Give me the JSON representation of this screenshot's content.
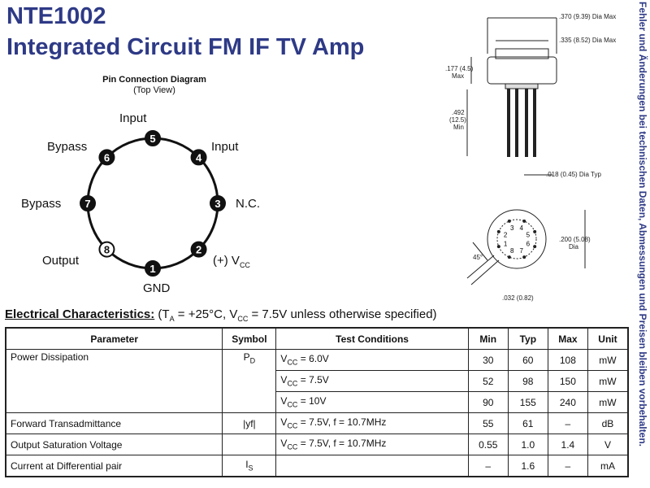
{
  "header": {
    "part_number": "NTE1002",
    "description": "Integrated Circuit FM IF TV Amp"
  },
  "side_note": "Fehler und Änderungen bei technischen Daten, Abmessungen und Preisen bleiben vorbehalten.",
  "pin_diagram": {
    "title": "Pin Connection Diagram",
    "subtitle": "(Top View)",
    "pins": [
      {
        "number": "1",
        "label": "GND"
      },
      {
        "number": "2",
        "label": "(+) VCC"
      },
      {
        "number": "3",
        "label": "N.C."
      },
      {
        "number": "4",
        "label": "Input"
      },
      {
        "number": "5",
        "label": "Input"
      },
      {
        "number": "6",
        "label": "Bypass"
      },
      {
        "number": "7",
        "label": "Bypass"
      },
      {
        "number": "8",
        "label": "Output"
      }
    ]
  },
  "mechanical": {
    "dia_max_370": ".370 (9.39) Dia Max",
    "dia_max_335": ".335 (8.52) Dia Max",
    "height_177": ".177 (4.5)",
    "height_max": "Max",
    "lead_492": ".492",
    "lead_125": "(12.5)",
    "lead_min": "Min",
    "lead_dia": ".018 (0.45) Dia Typ",
    "bc_200": ".200 (5.08)",
    "bc_dia": "Dia",
    "angle": "45°",
    "tab_032": ".032 (0.82)",
    "bottom_pins": [
      "1",
      "2",
      "3",
      "4",
      "5",
      "6",
      "7",
      "8"
    ]
  },
  "electrical": {
    "title": "Electrical Characteristics:",
    "conditions": "(TA = +25°C, VCC = 7.5V unless otherwise specified)",
    "columns": [
      "Parameter",
      "Symbol",
      "Test Conditions",
      "Min",
      "Typ",
      "Max",
      "Unit"
    ],
    "rows": [
      {
        "parameter": "Power Dissipation",
        "symbol": "PD",
        "condition": "VCC = 6.0V",
        "min": "30",
        "typ": "60",
        "max": "108",
        "unit": "mW"
      },
      {
        "parameter": "",
        "symbol": "",
        "condition": "VCC = 7.5V",
        "min": "52",
        "typ": "98",
        "max": "150",
        "unit": "mW"
      },
      {
        "parameter": "",
        "symbol": "",
        "condition": "VCC = 10V",
        "min": "90",
        "typ": "155",
        "max": "240",
        "unit": "mW"
      },
      {
        "parameter": "Forward Transadmittance",
        "symbol": "|yf|",
        "condition": "VCC = 7.5V, f = 10.7MHz",
        "min": "55",
        "typ": "61",
        "max": "–",
        "unit": "dB"
      },
      {
        "parameter": "Output Saturation Voltage",
        "symbol": "",
        "condition": "VCC = 7.5V, f = 10.7MHz",
        "min": "0.55",
        "typ": "1.0",
        "max": "1.4",
        "unit": "V"
      },
      {
        "parameter": "Current at Differential pair",
        "symbol": "IS",
        "condition": "",
        "min": "–",
        "typ": "1.6",
        "max": "–",
        "unit": "mA"
      }
    ]
  }
}
